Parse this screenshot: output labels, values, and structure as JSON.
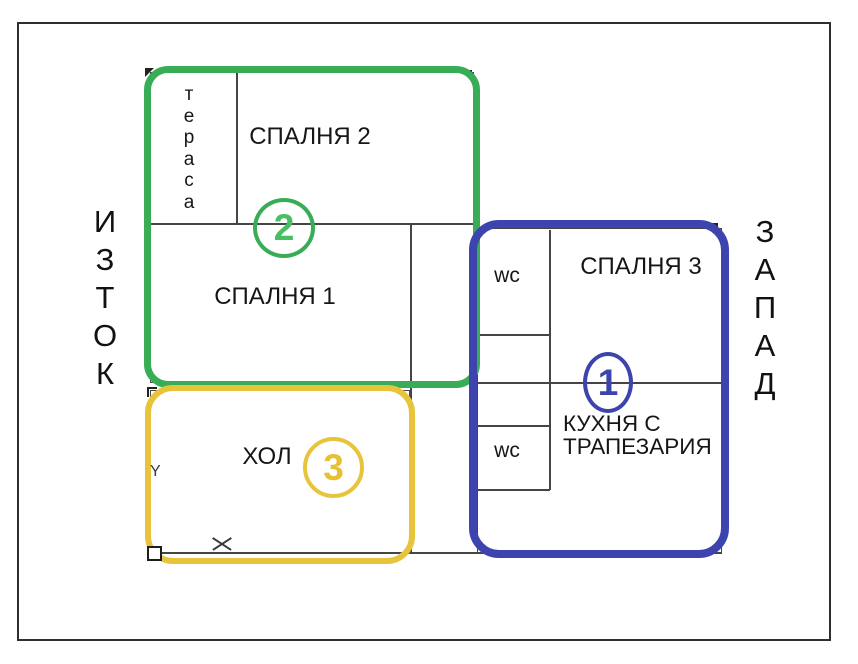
{
  "floor_plan": {
    "compass": {
      "east": "ИЗТОК",
      "west": "ЗАПАД"
    },
    "rooms": {
      "terrace": "тераса",
      "bedroom2": "СПАЛНЯ 2",
      "bedroom1": "СПАЛНЯ 1",
      "bedroom3": "СПАЛНЯ 3",
      "hall": "ХОЛ",
      "kitchen_line1": "КУХНЯ С",
      "kitchen_line2": "ТРАПЕЗАРИЯ",
      "wc_top": "wc",
      "wc_bottom": "wc"
    },
    "zones": {
      "zone1": {
        "number": "1",
        "color": "#3e44ad"
      },
      "zone2": {
        "number": "2",
        "color": "#38ad56"
      },
      "zone3": {
        "number": "3",
        "color": "#e8c43c"
      }
    },
    "markers": {
      "y_axis": "Y"
    },
    "colors": {
      "walls": "#454545",
      "frame": "#2e2e2e",
      "text": "#161616"
    }
  }
}
